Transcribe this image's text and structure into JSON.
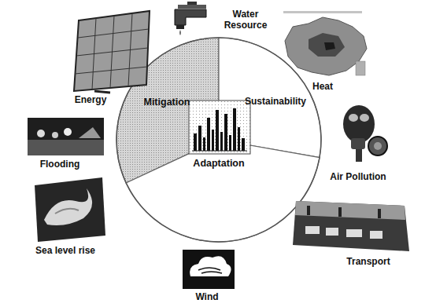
{
  "diagram": {
    "labels": [
      "Energy",
      "Water Resource",
      "Heat",
      "Mitigation",
      "Sustainability",
      "Flooding",
      "Air Pollution",
      "Adaptation",
      "Sea level rise",
      "Transport",
      "Wind"
    ]
  }
}
